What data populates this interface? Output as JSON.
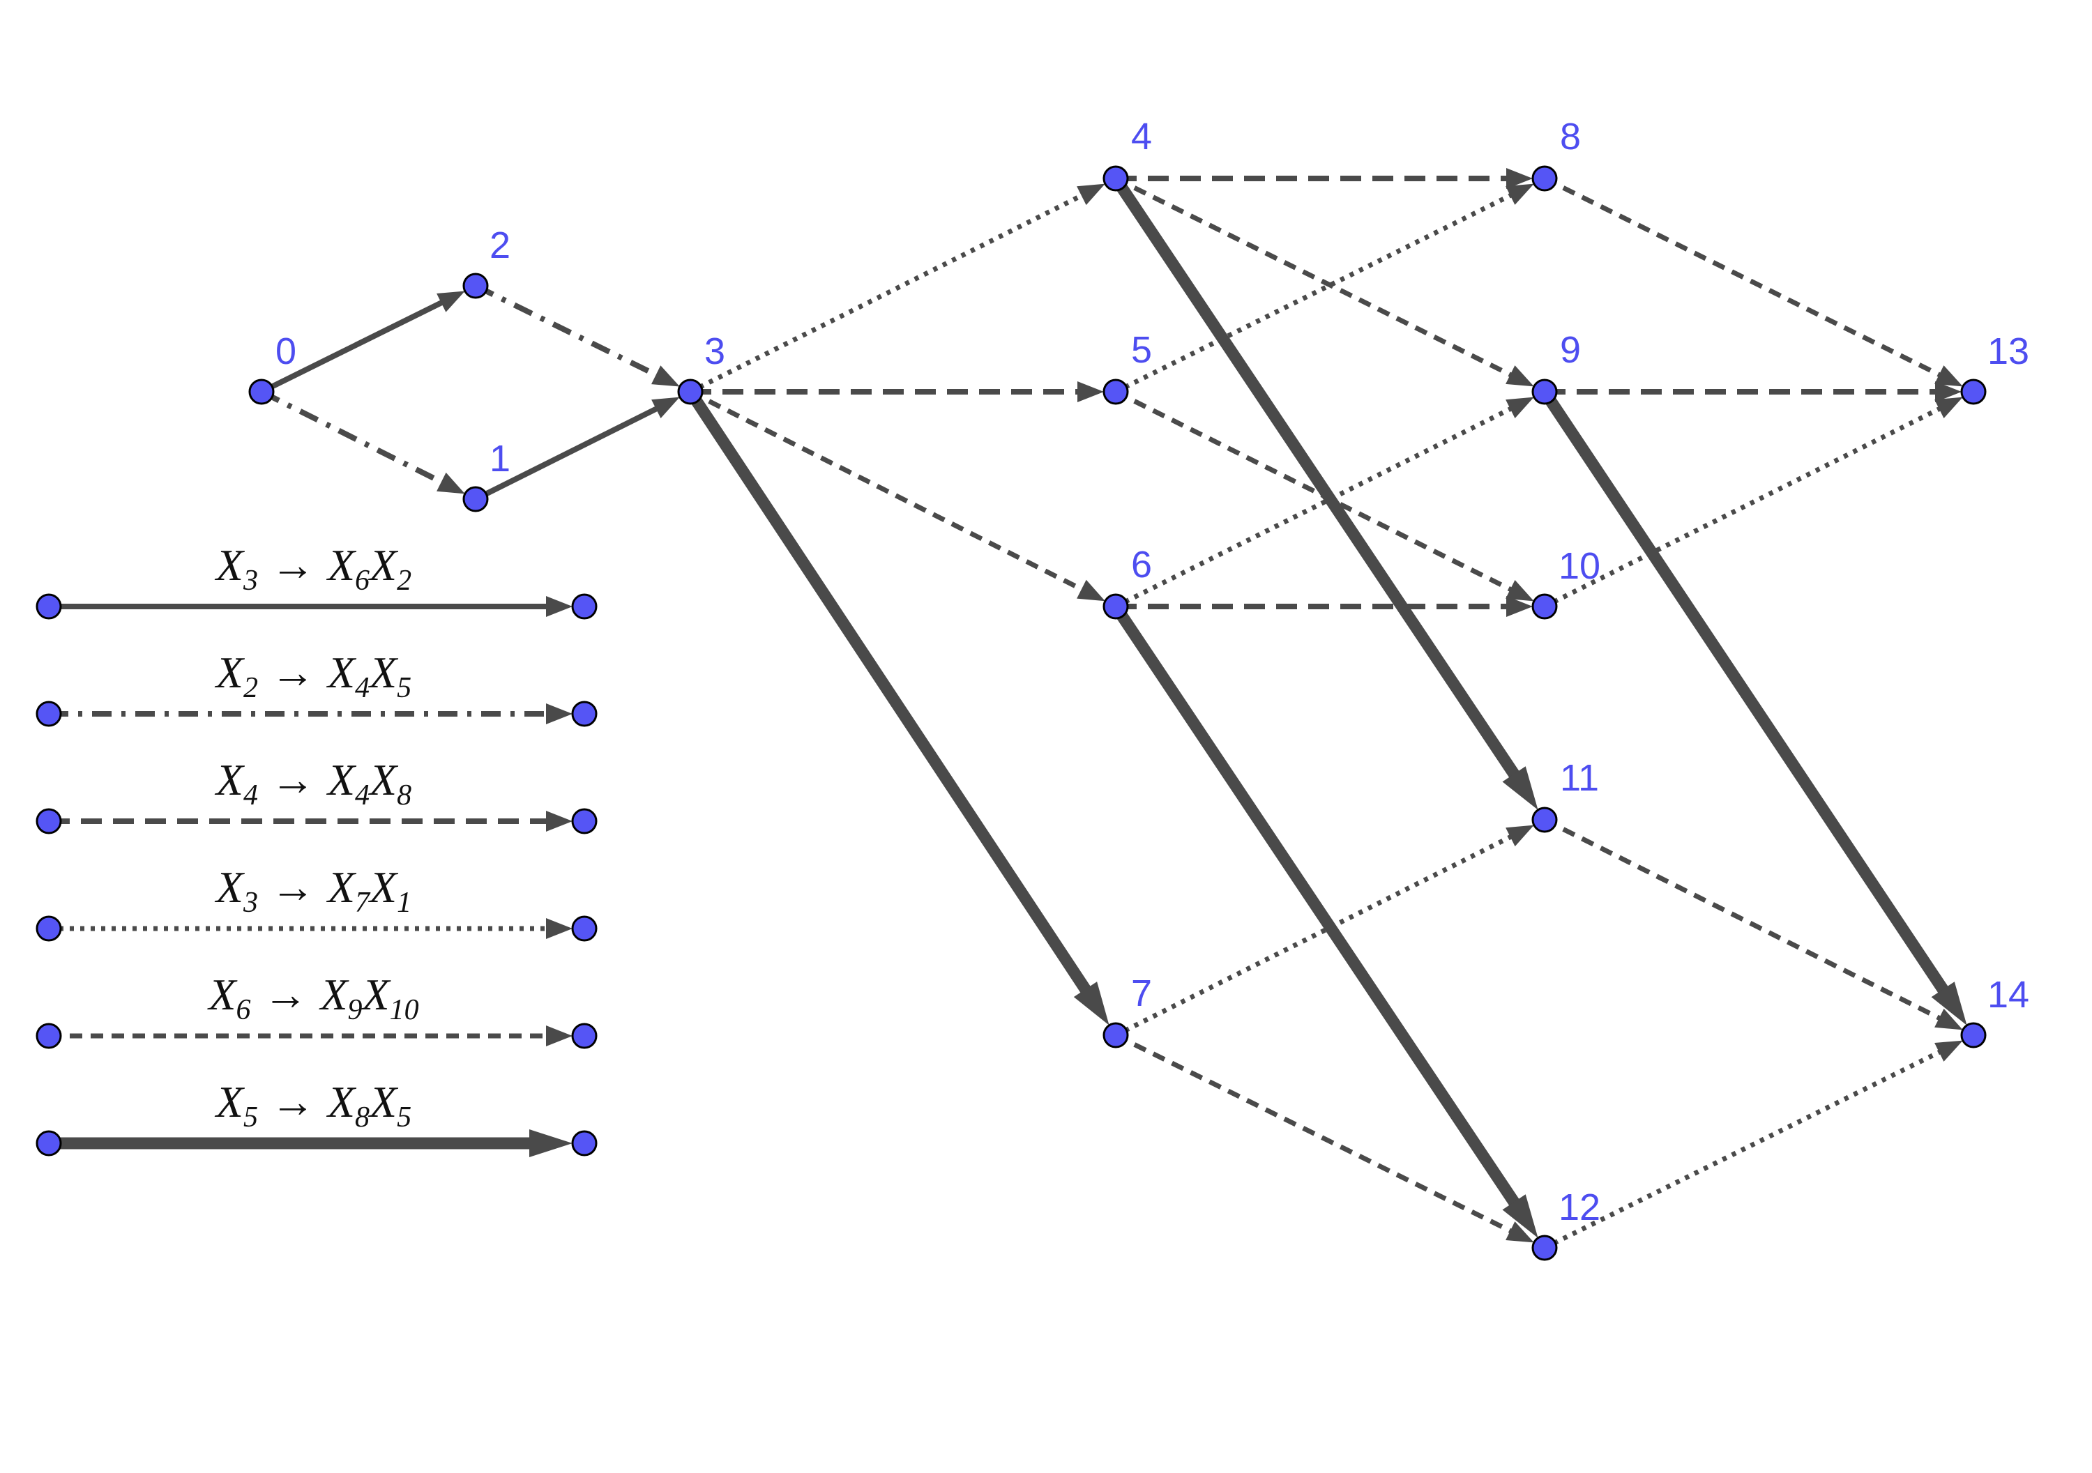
{
  "colors": {
    "node_fill": "#5555f5",
    "node_stroke": "#000000",
    "label": "#4d4df0",
    "edge": "#4a4a4a"
  },
  "nodes": [
    {
      "id": "0",
      "label": "0"
    },
    {
      "id": "1",
      "label": "1"
    },
    {
      "id": "2",
      "label": "2"
    },
    {
      "id": "3",
      "label": "3"
    },
    {
      "id": "4",
      "label": "4"
    },
    {
      "id": "5",
      "label": "5"
    },
    {
      "id": "6",
      "label": "6"
    },
    {
      "id": "7",
      "label": "7"
    },
    {
      "id": "8",
      "label": "8"
    },
    {
      "id": "9",
      "label": "9"
    },
    {
      "id": "10",
      "label": "10"
    },
    {
      "id": "11",
      "label": "11"
    },
    {
      "id": "12",
      "label": "12"
    },
    {
      "id": "13",
      "label": "13"
    },
    {
      "id": "14",
      "label": "14"
    }
  ],
  "legend": [
    {
      "style": "solid",
      "lhs": "X",
      "lhs_sub": "3",
      "arrow": "→",
      "r1": "X",
      "r1_sub": "6",
      "r2": "X",
      "r2_sub": "2"
    },
    {
      "style": "dashdot",
      "lhs": "X",
      "lhs_sub": "2",
      "arrow": "→",
      "r1": "X",
      "r1_sub": "4",
      "r2": "X",
      "r2_sub": "5"
    },
    {
      "style": "longdash",
      "lhs": "X",
      "lhs_sub": "4",
      "arrow": "→",
      "r1": "X",
      "r1_sub": "4",
      "r2": "X",
      "r2_sub": "8"
    },
    {
      "style": "dotted",
      "lhs": "X",
      "lhs_sub": "3",
      "arrow": "→",
      "r1": "X",
      "r1_sub": "7",
      "r2": "X",
      "r2_sub": "1"
    },
    {
      "style": "shortdash",
      "lhs": "X",
      "lhs_sub": "6",
      "arrow": "→",
      "r1": "X",
      "r1_sub": "9",
      "r2": "X",
      "r2_sub": "10"
    },
    {
      "style": "thick",
      "lhs": "X",
      "lhs_sub": "5",
      "arrow": "→",
      "r1": "X",
      "r1_sub": "8",
      "r2": "X",
      "r2_sub": "5"
    }
  ],
  "edges": [
    {
      "from": "0",
      "to": "2",
      "style": "solid"
    },
    {
      "from": "1",
      "to": "3",
      "style": "solid"
    },
    {
      "from": "0",
      "to": "1",
      "style": "dashdot"
    },
    {
      "from": "2",
      "to": "3",
      "style": "dashdot"
    },
    {
      "from": "3",
      "to": "4",
      "style": "dotted"
    },
    {
      "from": "3",
      "to": "5",
      "style": "longdash"
    },
    {
      "from": "3",
      "to": "6",
      "style": "shortdash"
    },
    {
      "from": "3",
      "to": "7",
      "style": "thick"
    },
    {
      "from": "4",
      "to": "8",
      "style": "longdash"
    },
    {
      "from": "4",
      "to": "9",
      "style": "shortdash"
    },
    {
      "from": "4",
      "to": "11",
      "style": "thick"
    },
    {
      "from": "5",
      "to": "8",
      "style": "dotted"
    },
    {
      "from": "5",
      "to": "10",
      "style": "shortdash"
    },
    {
      "from": "6",
      "to": "9",
      "style": "dotted"
    },
    {
      "from": "6",
      "to": "10",
      "style": "longdash"
    },
    {
      "from": "6",
      "to": "12",
      "style": "thick"
    },
    {
      "from": "7",
      "to": "11",
      "style": "dotted"
    },
    {
      "from": "7",
      "to": "12",
      "style": "shortdash"
    },
    {
      "from": "8",
      "to": "13",
      "style": "shortdash"
    },
    {
      "from": "9",
      "to": "13",
      "style": "longdash"
    },
    {
      "from": "9",
      "to": "14",
      "style": "thick"
    },
    {
      "from": "10",
      "to": "13",
      "style": "dotted"
    },
    {
      "from": "11",
      "to": "14",
      "style": "shortdash"
    },
    {
      "from": "12",
      "to": "14",
      "style": "dotted"
    }
  ]
}
